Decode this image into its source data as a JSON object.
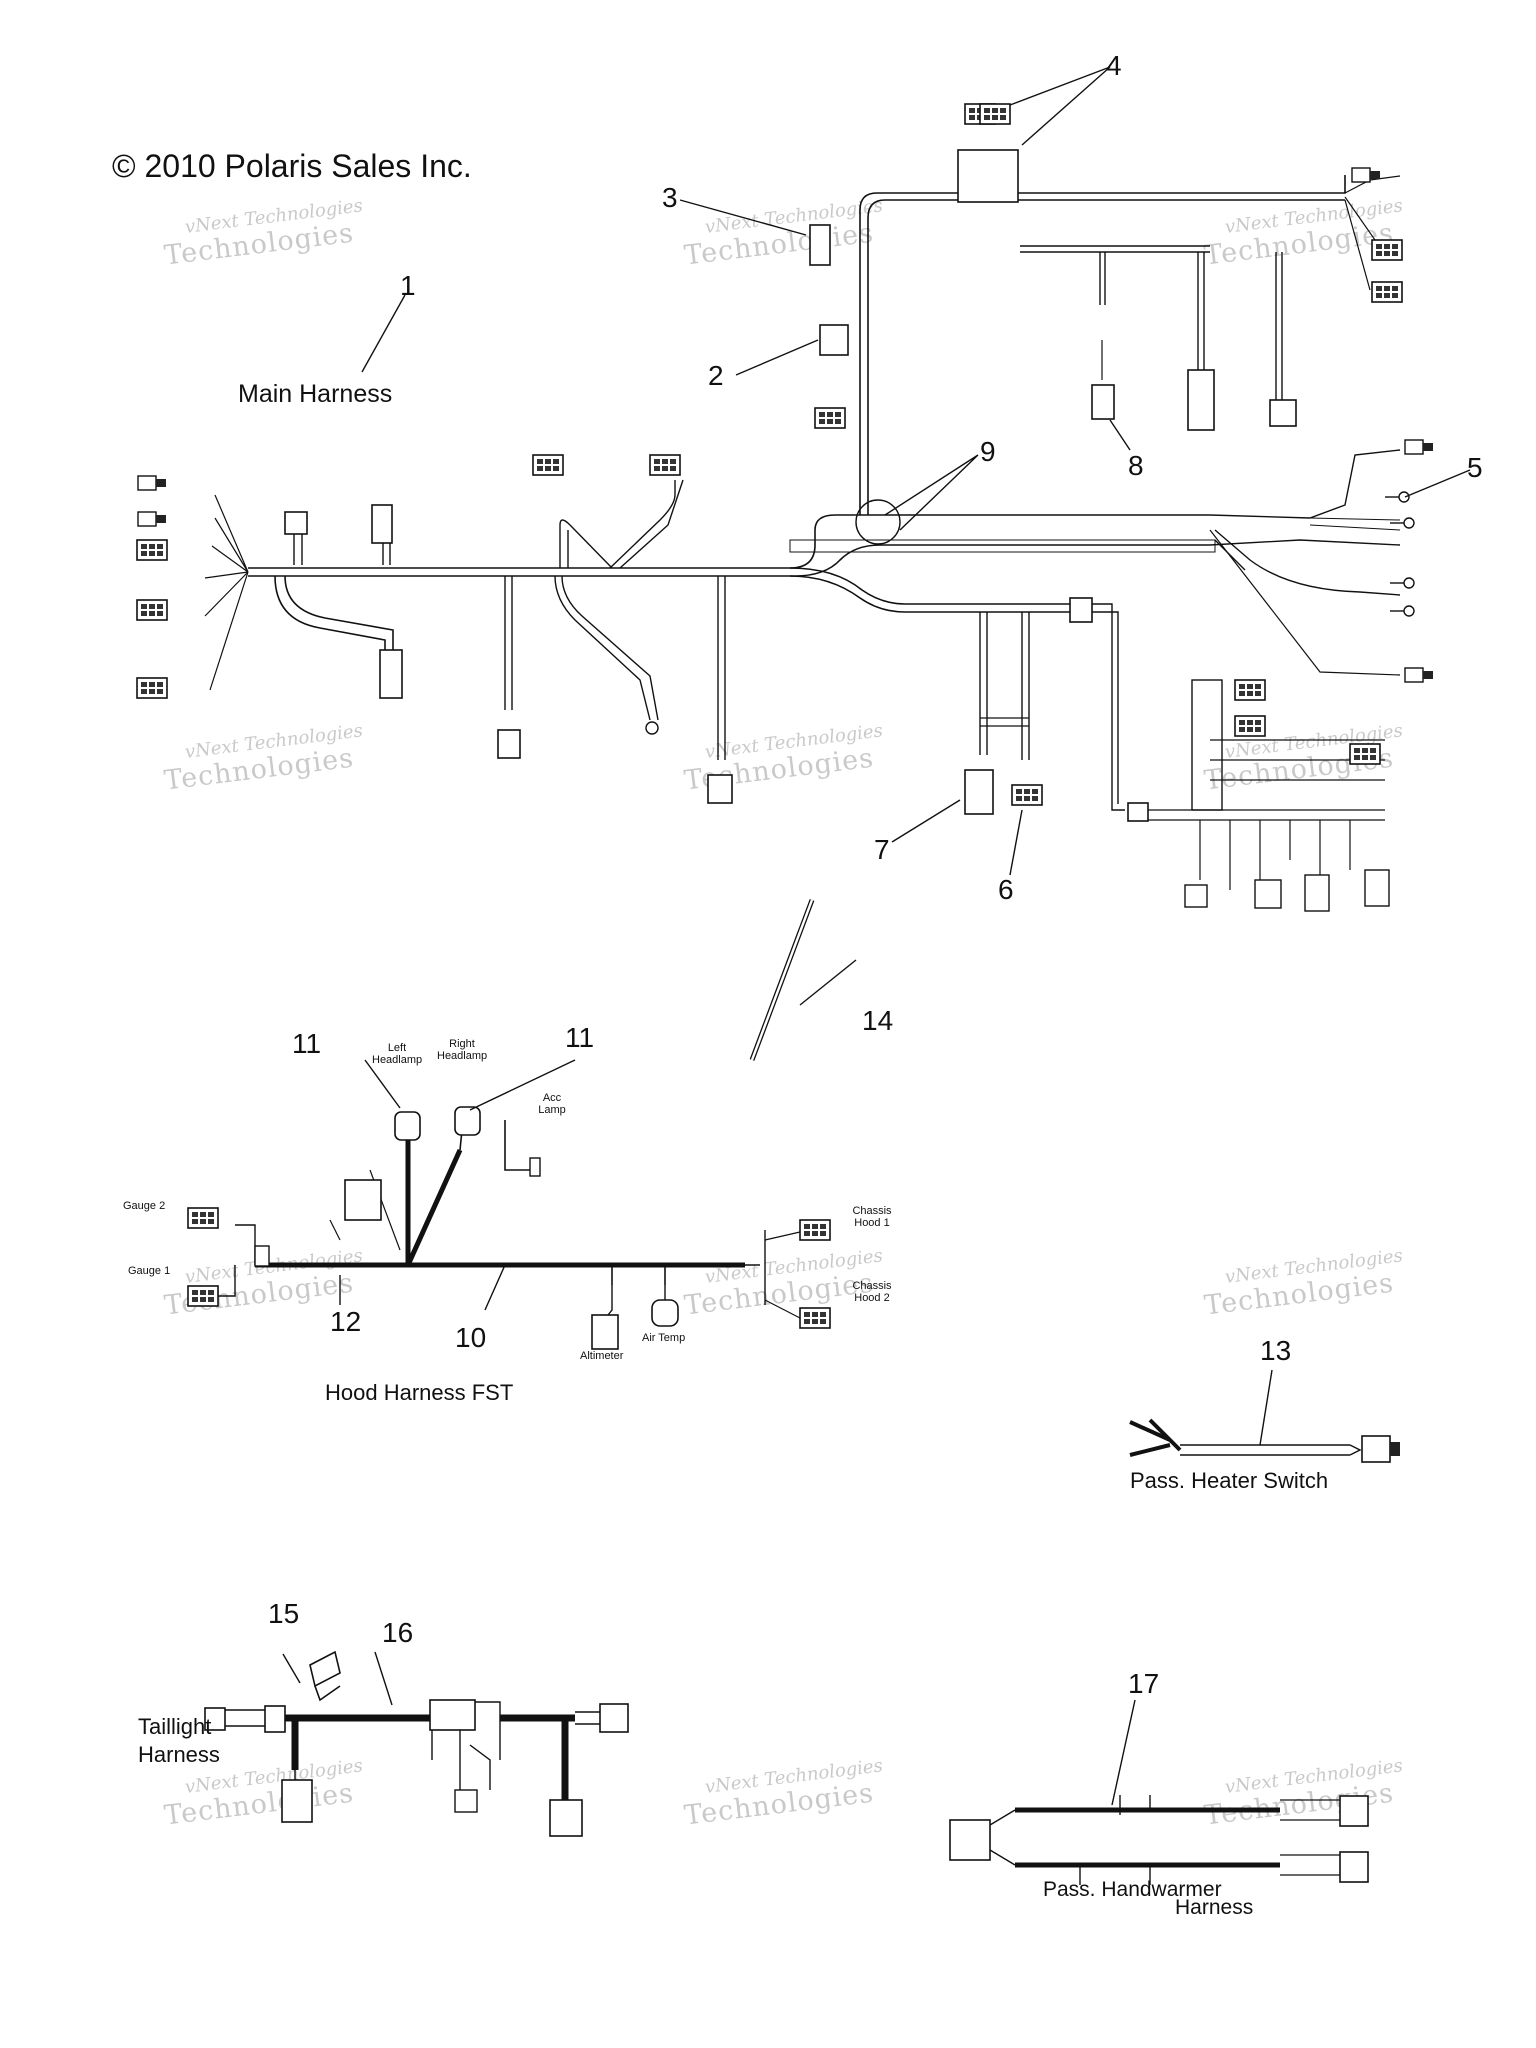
{
  "copyright": "© 2010 Polaris Sales Inc.",
  "watermark": {
    "line1": "vNext Technologies",
    "line2": "Technologies"
  },
  "sections": {
    "main": "Main Harness",
    "hood": "Hood Harness FST",
    "heater": "Pass. Heater Switch",
    "taillight_1": "Taillight",
    "taillight_2": "Harness",
    "handwarmer_1": "Pass. Handwarmer",
    "handwarmer_2": "Harness"
  },
  "hood_labels": {
    "left_headlamp_1": "Left",
    "left_headlamp_2": "Headlamp",
    "right_headlamp_1": "Right",
    "right_headlamp_2": "Headlamp",
    "acc_lamp_1": "Acc",
    "acc_lamp_2": "Lamp",
    "gauge2": "Gauge 2",
    "gauge1": "Gauge 1",
    "chassis_hood1_1": "Chassis",
    "chassis_hood1_2": "Hood 1",
    "chassis_hood2_1": "Chassis",
    "chassis_hood2_2": "Hood 2",
    "altimeter": "Altimeter",
    "air_temp": "Air Temp"
  },
  "callouts": {
    "c1": "1",
    "c2": "2",
    "c3": "3",
    "c4": "4",
    "c5": "5",
    "c6": "6",
    "c7": "7",
    "c8": "8",
    "c9": "9",
    "c10": "10",
    "c11a": "11",
    "c11b": "11",
    "c12": "12",
    "c13": "13",
    "c14": "14",
    "c15": "15",
    "c16": "16",
    "c17": "17"
  }
}
